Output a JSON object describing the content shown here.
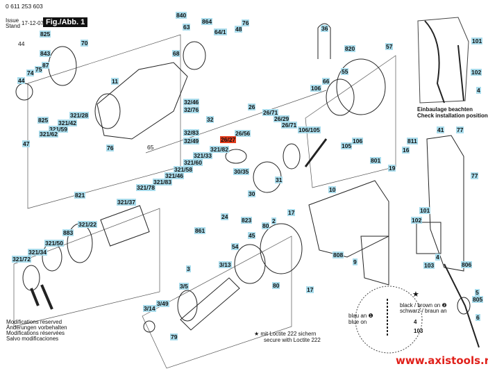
{
  "header": {
    "part_number": "0 611 253 603",
    "issue_label": "Issue",
    "stand_label": "Stand",
    "date": "17-12-07",
    "figure": "Fig./Abb. 1"
  },
  "install_note": [
    "Einbaulage beachten",
    "Check installation position"
  ],
  "modifications": [
    "Modifications reserved",
    "Änderungen vorbehalten",
    "Modifications réservées",
    "Salvo modificaciones"
  ],
  "loctite_note": [
    "★ mit Loctite 222 sichern",
    "secure with Loctite 222"
  ],
  "inset": {
    "black_brown": "black / brown on ❷",
    "schwarz_braun": "schwarz / braun an",
    "blau_an": "blau an ❶",
    "blue_on": "blue on",
    "star": "★",
    "four": "4",
    "one_zero_three": "103"
  },
  "website": "www.axistools.ru",
  "colors": {
    "label_bg": "#a9dcec",
    "highlight": "#e23b1c",
    "website": "#e0201a"
  },
  "part_labels": [
    "825",
    "843",
    "70",
    "44",
    "74",
    "75",
    "87",
    "44",
    "11",
    "840",
    "864",
    "63",
    "64/1",
    "48",
    "76",
    "68",
    "825",
    "321/28",
    "321/42",
    "321/59",
    "321/62",
    "47",
    "76",
    "65",
    "32/46",
    "32/76",
    "32",
    "32/83",
    "32/49",
    "26",
    "26/71",
    "26/29",
    "26/71",
    "26/56",
    "26/27",
    "321/82",
    "321/33",
    "321/60",
    "321/58",
    "321/46",
    "321/83",
    "321/78",
    "30/35",
    "31",
    "30",
    "24",
    "823",
    "861",
    "821",
    "321/37",
    "321/22",
    "883",
    "321/50",
    "321/34",
    "321/72",
    "36",
    "820",
    "57",
    "55",
    "66",
    "106",
    "106/105",
    "105",
    "106",
    "101",
    "102",
    "4",
    "41",
    "77",
    "16",
    "811",
    "801",
    "19",
    "10",
    "17",
    "80",
    "2",
    "54",
    "45",
    "3",
    "3/13",
    "3/5",
    "3/49",
    "3/14",
    "79",
    "80",
    "17",
    "808",
    "9",
    "77",
    "101",
    "102",
    "4",
    "103",
    "806",
    "5",
    "805",
    "6"
  ]
}
